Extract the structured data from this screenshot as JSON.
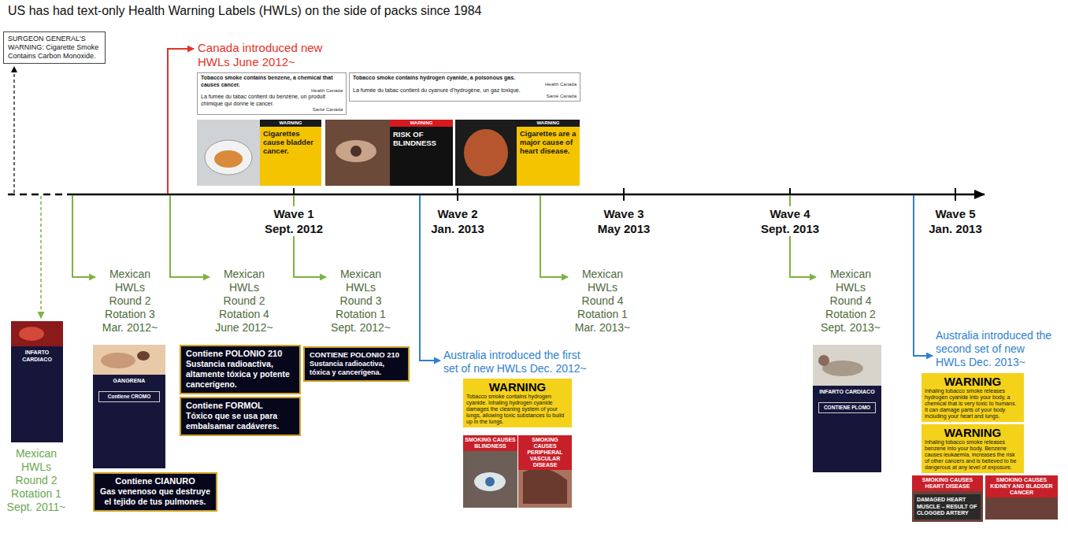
{
  "diagram": {
    "title": "US has had text-only Health Warning Labels (HWLs) on the side of packs since 1984",
    "nodes": [
      {
        "text": [
          "SURGEON GENERAL'S WARNING: Cigarette Smoke Contains Carbon Monoxide."
        ]
      },
      {
        "text": [
          "Tobacco smoke contains benzene, a chemical that causes cancer.",
          "Health Canada",
          "La fumée du tabac contient du benzène, un produit chimique qui donne le cancer.",
          "Santé Canada"
        ]
      },
      {
        "text": [
          "Tobacco smoke contains hydrogen cyanide, a poisonous gas.",
          "Health Canada",
          "La fumée du tabac contient du cyanure d'hydrogène, un gaz toxique.",
          "Santé Canada"
        ]
      },
      {
        "text": [
          "WARNING",
          "Cigarettes cause bladder cancer."
        ]
      },
      {
        "text": [
          "WARNING",
          "RISK OF BLINDNESS"
        ]
      },
      {
        "text": [
          "WARNING",
          "Cigarettes are a major cause of heart disease."
        ]
      },
      {
        "text": [
          "INFARTO CARDIACO"
        ]
      },
      {
        "text": [
          "GANGRENA",
          "Contiene CROMO"
        ]
      },
      {
        "text": [
          "Contiene CIANURO",
          "Gas venenoso que destruye el tejido de tus pulmones."
        ]
      },
      {
        "text": [
          "Contiene POLONIO 210",
          "Sustancia radioactiva, altamente tóxica y potente cancerígeno."
        ]
      },
      {
        "text": [
          "Contiene FORMOL",
          "Tóxico que se usa para embalsamar cadáveres."
        ]
      },
      {
        "text": [
          "CONTIENE POLONIO 210",
          "Sustancia radioactiva, tóxica y cancerígena."
        ]
      },
      {
        "text": [
          "WARNING",
          "Tobacco smoke contains hydrogen cyanide. Inhaling hydrogen cyanide damages the cleaning system of your lungs, allowing toxic substances to build up in the lungs."
        ]
      },
      {
        "text": [
          "SMOKING CAUSES BLINDNESS"
        ]
      },
      {
        "text": [
          "SMOKING CAUSES PERIPHERAL VASCULAR DISEASE"
        ]
      },
      {
        "text": [
          "INFARTO CARDIACO",
          "CONTIENE PLOMO"
        ]
      },
      {
        "text": [
          "WARNING",
          "Inhaling tobacco smoke releases hydrogen cyanide into your body, a chemical that is very toxic to humans. It can damage parts of your body including your heart and lungs."
        ]
      },
      {
        "text": [
          "WARNING",
          "Inhaling tobacco smoke releases benzene into your body. Benzene causes leukaemia, increases the risk of other cancers and is believed to be dangerous at any level of exposure."
        ]
      },
      {
        "text": [
          "SMOKING CAUSES HEART DISEASE",
          "DAMAGED HEART MUSCLE – RESULT OF CLOGGED ARTERY"
        ]
      },
      {
        "text": [
          "SMOKING CAUSES KIDNEY AND BLADDER CANCER"
        ]
      }
    ],
    "labels": [
      "Canada introduced new HWLs June 2012~",
      "Wave 1 Sept. 2012",
      "Wave 2 Jan. 2013",
      "Wave 3 May 2013",
      "Wave 4 Sept. 2013",
      "Wave 5 Jan. 2013",
      "Mexican HWLs Round 2 Rotation 3 Mar. 2012~",
      "Mexican HWLs Round 2 Rotation 4 June 2012~",
      "Mexican HWLs Round 3 Rotation 1 Sept. 2012~",
      "Australia introduced the first set of new HWLs Dec. 2012~",
      "Mexican HWLs Round 4 Rotation 1 Mar. 2013~",
      "Mexican HWLs Round 4 Rotation 2 Sept. 2013~",
      "Australia introduced the second set of new HWLs Dec. 2013~",
      "Mexican HWLs Round 2 Rotation 1 Sept. 2011~"
    ]
  }
}
